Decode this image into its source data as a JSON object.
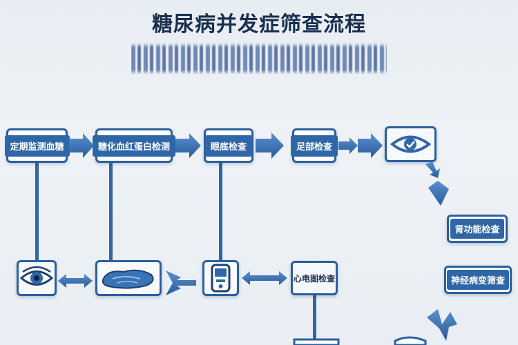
{
  "title": "糖尿病并发症筛查流程",
  "nodes": {
    "glucose": "定期监测血糖",
    "hba1c": "糖化血红蛋白检测",
    "fundus": "眼底检查",
    "foot": "足部检查",
    "kidney": "肾功能检查",
    "neuro": "神经病变筛查",
    "ecg": "心电图检查"
  },
  "icons": {
    "eye": "eye-icon",
    "organ": "kidney-organ-icon",
    "device": "glucose-meter-icon",
    "eye_check": "eye-check-icon"
  },
  "colors": {
    "primary": "#2f66a8",
    "border": "#2b5f9e",
    "title": "#1a2f4f",
    "background": "#eef2f6"
  }
}
